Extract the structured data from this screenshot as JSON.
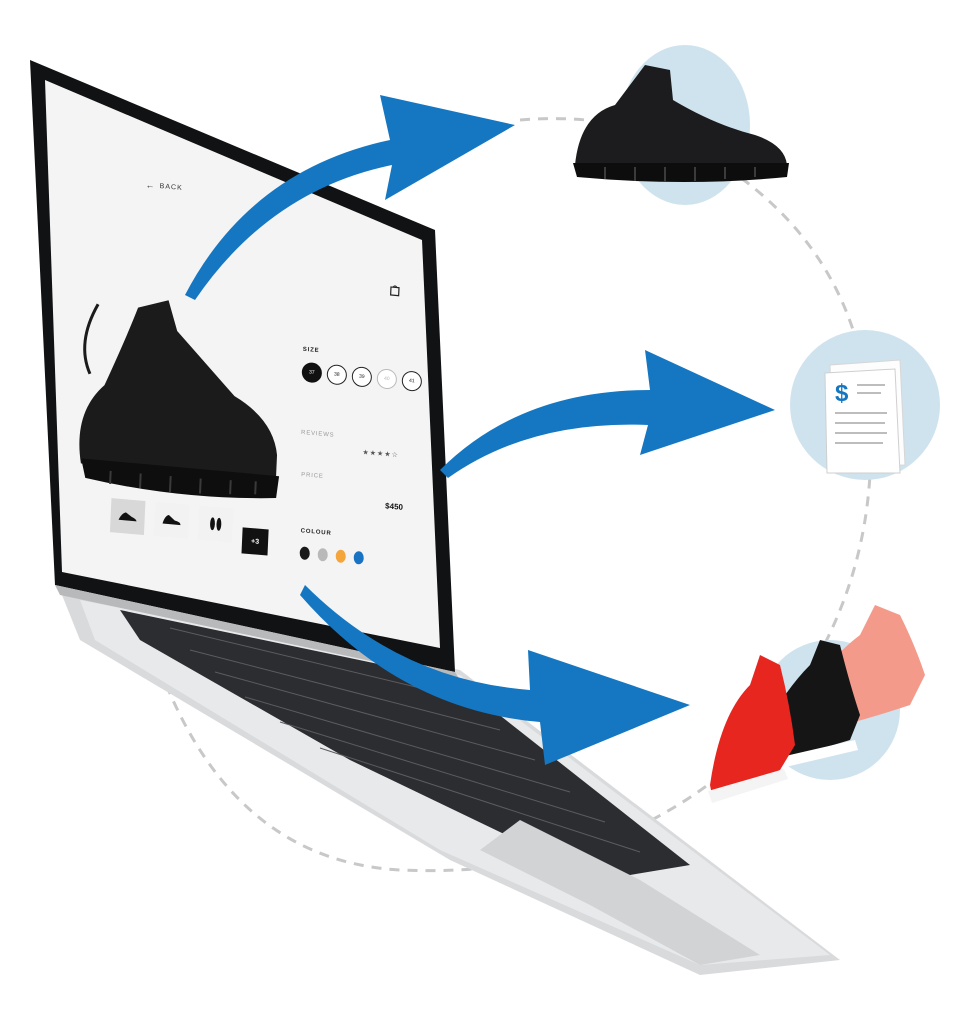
{
  "screen": {
    "back_label": "BACK",
    "size_label": "SIZE",
    "sizes": [
      "37",
      "38",
      "39",
      "40",
      "41"
    ],
    "selected_size": "37",
    "disabled_size": "40",
    "reviews_label": "REVIEWS",
    "rating": {
      "value": 4,
      "max": 5
    },
    "stars_text": "★★★★☆",
    "price_label": "PRICE",
    "price": "$450",
    "colour_label": "COLOUR",
    "colours": [
      "#1a1a1a",
      "#b9b9b9",
      "#f4a53c",
      "#1a73c2"
    ],
    "more_thumbs": "+3"
  },
  "colors": {
    "arrow_blue": "#1577c2",
    "bubble": "#cfe3ee",
    "orbit": "#c8c8c8"
  },
  "icons": {
    "back": "left-arrow-icon",
    "cart": "shopping-bag-icon",
    "invoice_currency": "$"
  }
}
